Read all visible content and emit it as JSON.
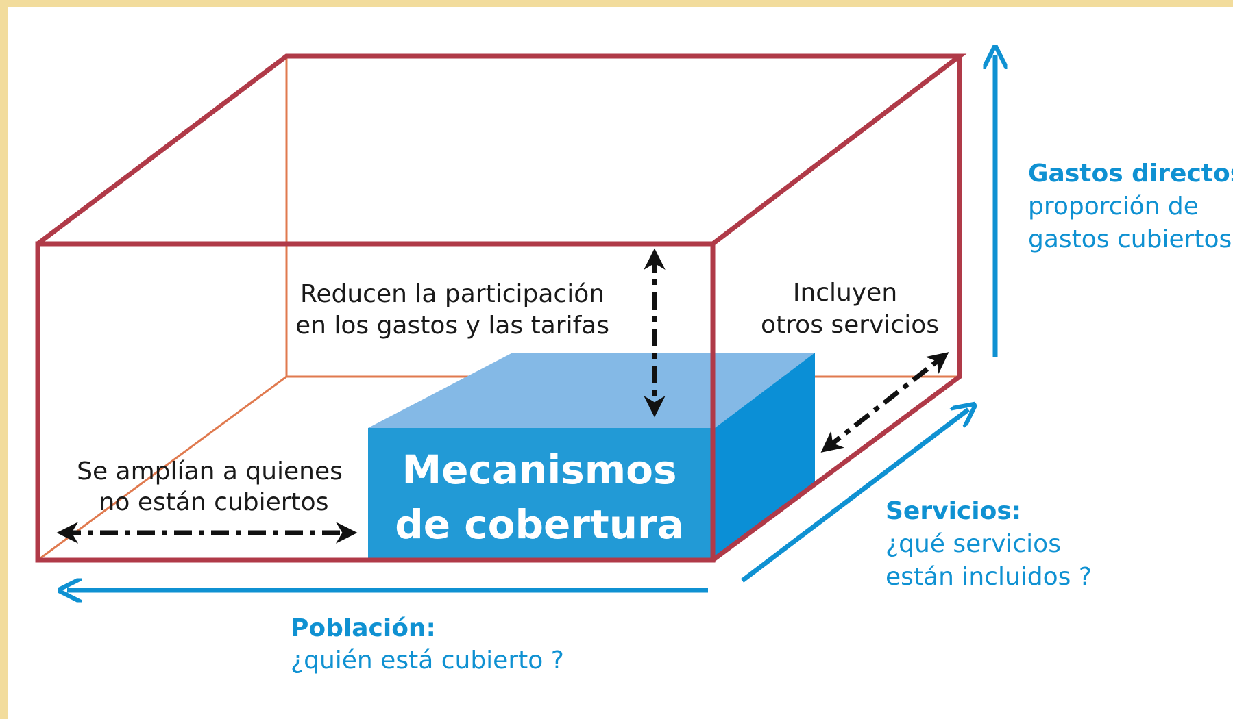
{
  "core": {
    "line1": "Mecanismos",
    "line2": "de cobertura",
    "colors": {
      "front": "#229ad6",
      "top": "#84b9e6",
      "side": "#0b8fd6"
    }
  },
  "labels": {
    "depth": [
      "Reducen la participación",
      "en los gastos y las tarifas"
    ],
    "services_inside": [
      "Incluyen",
      "otros servicios"
    ],
    "population_inside": [
      "Se amplían a quienes",
      "no están cubiertos"
    ]
  },
  "axes": {
    "costs": {
      "title": "Gastos directos:",
      "sub": [
        "proporción de",
        "gastos cubiertos"
      ]
    },
    "services": {
      "title": "Servicios:",
      "sub": [
        "¿qué servicios",
        "están incluidos ?"
      ]
    },
    "population": {
      "title": "Población:",
      "sub": [
        "¿quién está cubierto ?"
      ]
    }
  },
  "colors": {
    "box_outline": "#b03a48",
    "box_back_edges": "#e07a4f",
    "axis_blue": "#0f91d2",
    "background": "#f2dc9c"
  }
}
